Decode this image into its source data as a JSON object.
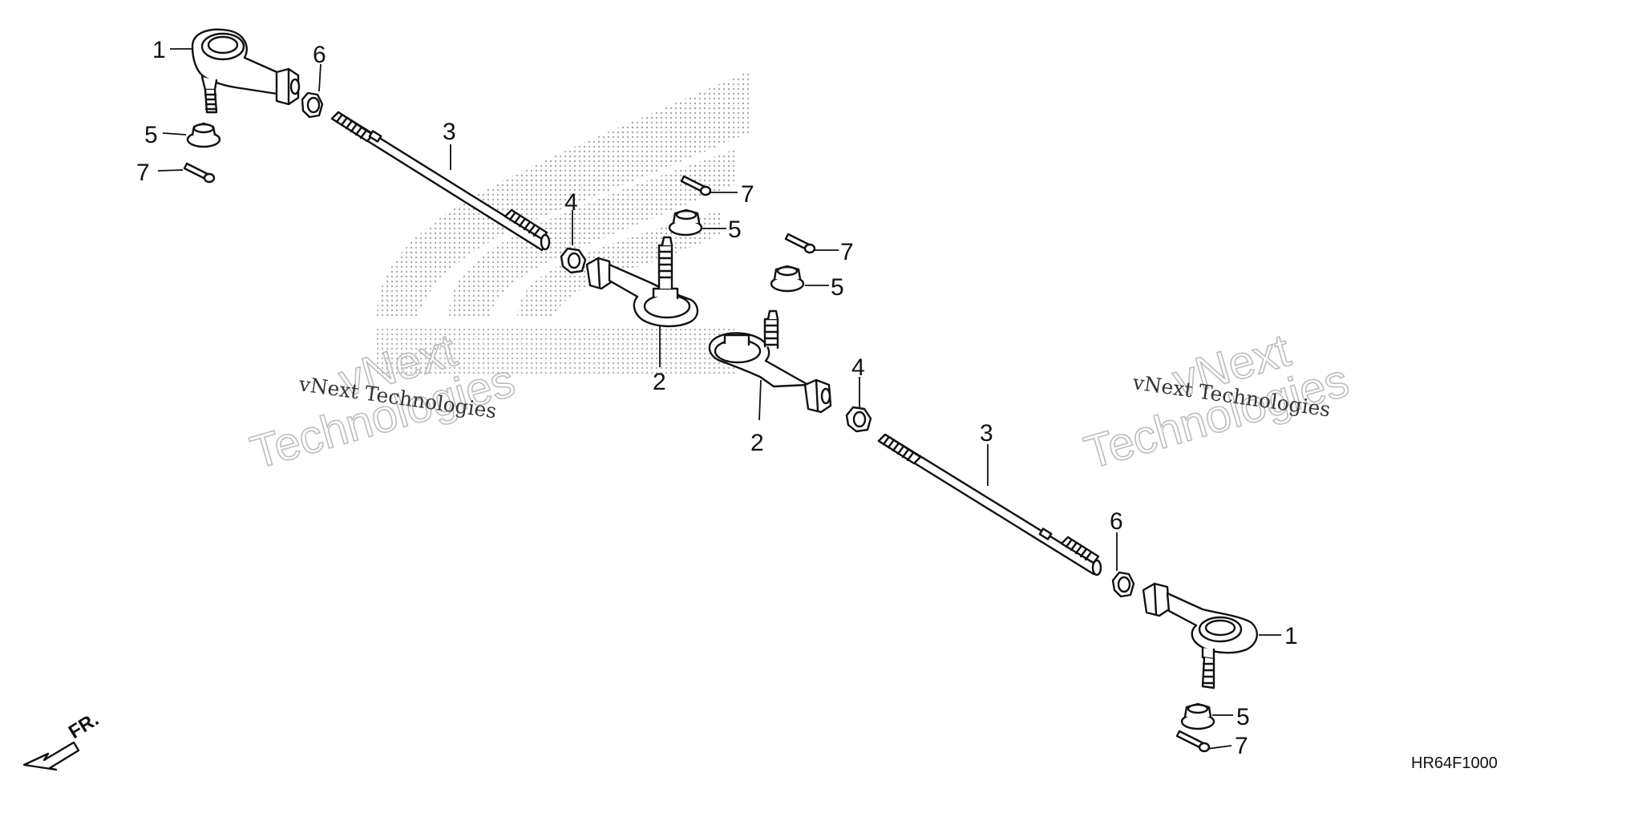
{
  "diagram": {
    "callouts": {
      "left_end_1": "1",
      "left_nut_6": "6",
      "left_nut_5": "5",
      "left_pin_7": "7",
      "left_rod_3": "3",
      "left_locknut_4": "4",
      "center_pin_7a": "7",
      "center_nut_5a": "5",
      "center_pin_7b": "7",
      "center_nut_5b": "5",
      "center_end_2a": "2",
      "center_end_2b": "2",
      "right_locknut_4": "4",
      "right_rod_3": "3",
      "right_nut_6": "6",
      "right_end_1": "1",
      "right_nut_5": "5",
      "right_pin_7": "7"
    },
    "watermarks": {
      "left_small": "vNext Technologies",
      "left_big_line1": "vNext",
      "left_big_line2": "Technologies",
      "right_small": "vNext Technologies",
      "right_big_line1": "vNext",
      "right_big_line2": "Technologies"
    },
    "direction_label": "FR.",
    "diagram_code": "HR64F1000"
  },
  "colors": {
    "line": "#111111",
    "watermark": "#bdbdbd",
    "dots": "#9a9a9a"
  }
}
